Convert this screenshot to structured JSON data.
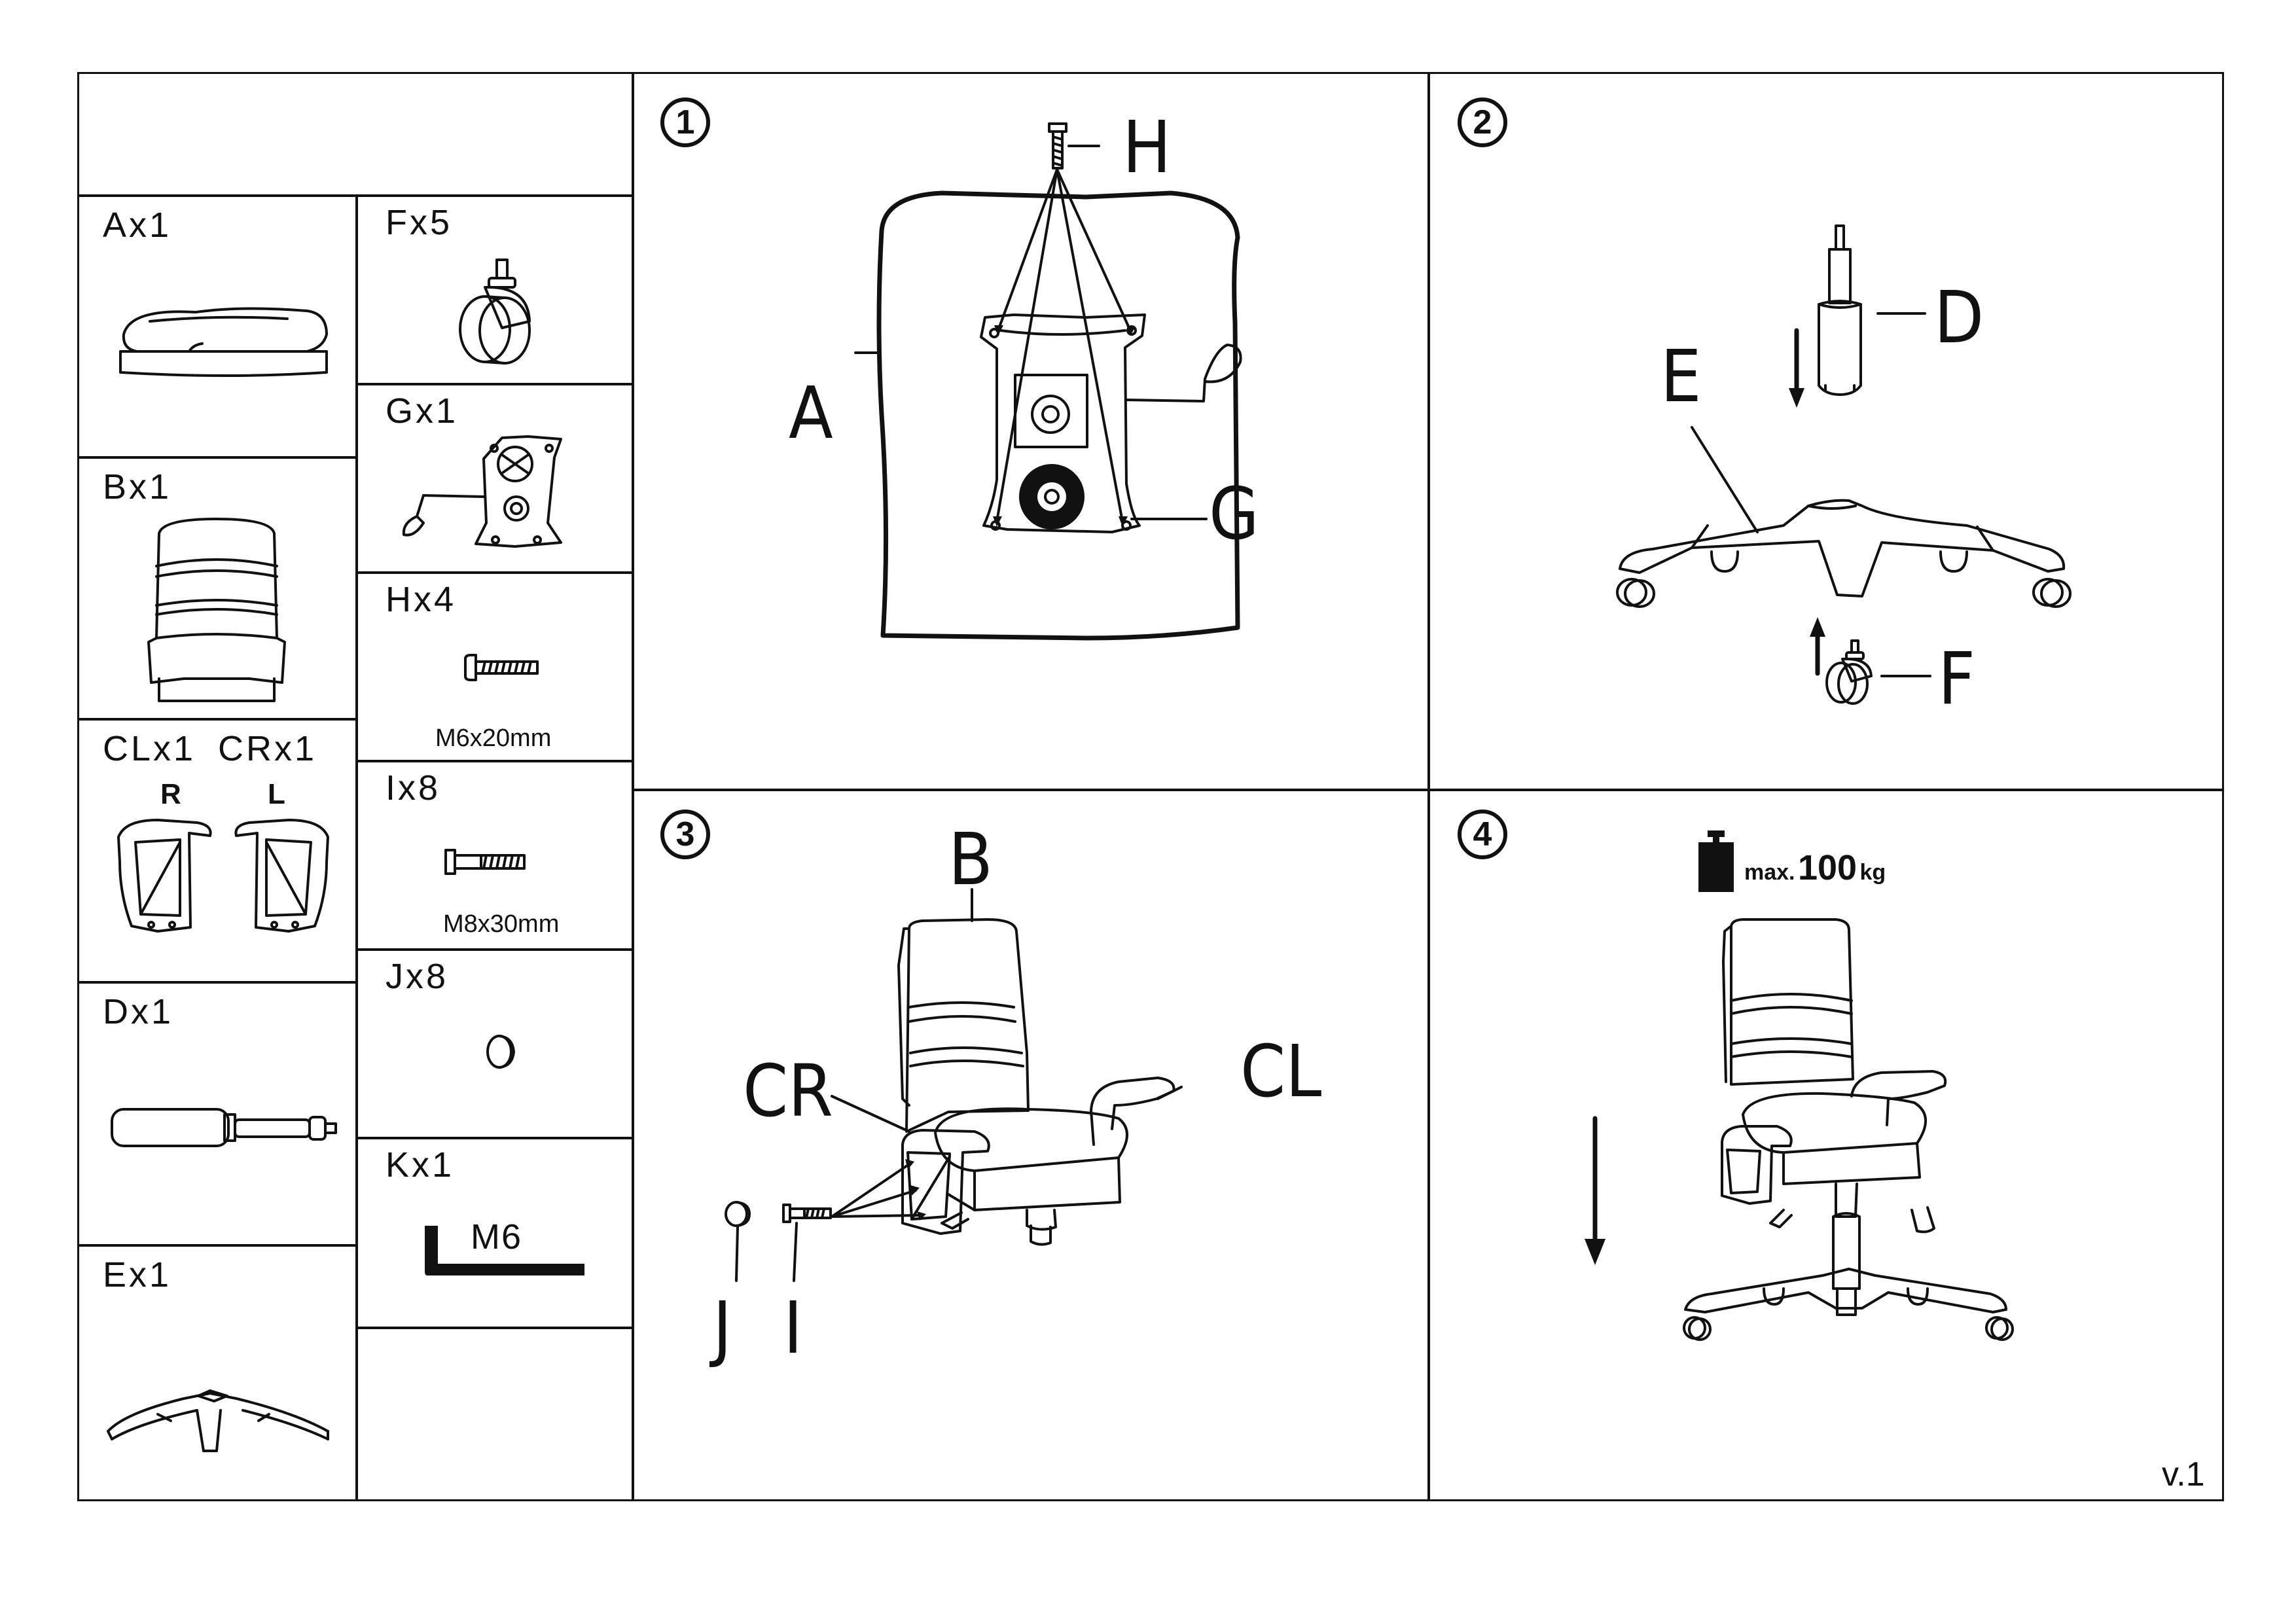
{
  "parts": {
    "a": "Ax1",
    "b": "Bx1",
    "cl": "CLx1",
    "cr": "CRx1",
    "cl_side": "R",
    "cr_side": "L",
    "d": "Dx1",
    "e": "Ex1",
    "f": "Fx5",
    "g": "Gx1",
    "h": "Hx4",
    "h_size": "M6x20mm",
    "i": "Ix8",
    "i_size": "M8x30mm",
    "j": "Jx8",
    "k": "Kx1",
    "k_size": "M6"
  },
  "steps": [
    {
      "number": "1",
      "callouts": {
        "a": "A",
        "h": "H",
        "g": "G"
      }
    },
    {
      "number": "2",
      "callouts": {
        "d": "D",
        "e": "E",
        "f": "F"
      }
    },
    {
      "number": "3",
      "callouts": {
        "b": "B",
        "cr": "CR",
        "cl": "CL",
        "j": "J",
        "i": "I"
      }
    },
    {
      "number": "4",
      "max_prefix": "max.",
      "max_value": "100",
      "max_unit": "kg"
    }
  ],
  "version": "v.1"
}
